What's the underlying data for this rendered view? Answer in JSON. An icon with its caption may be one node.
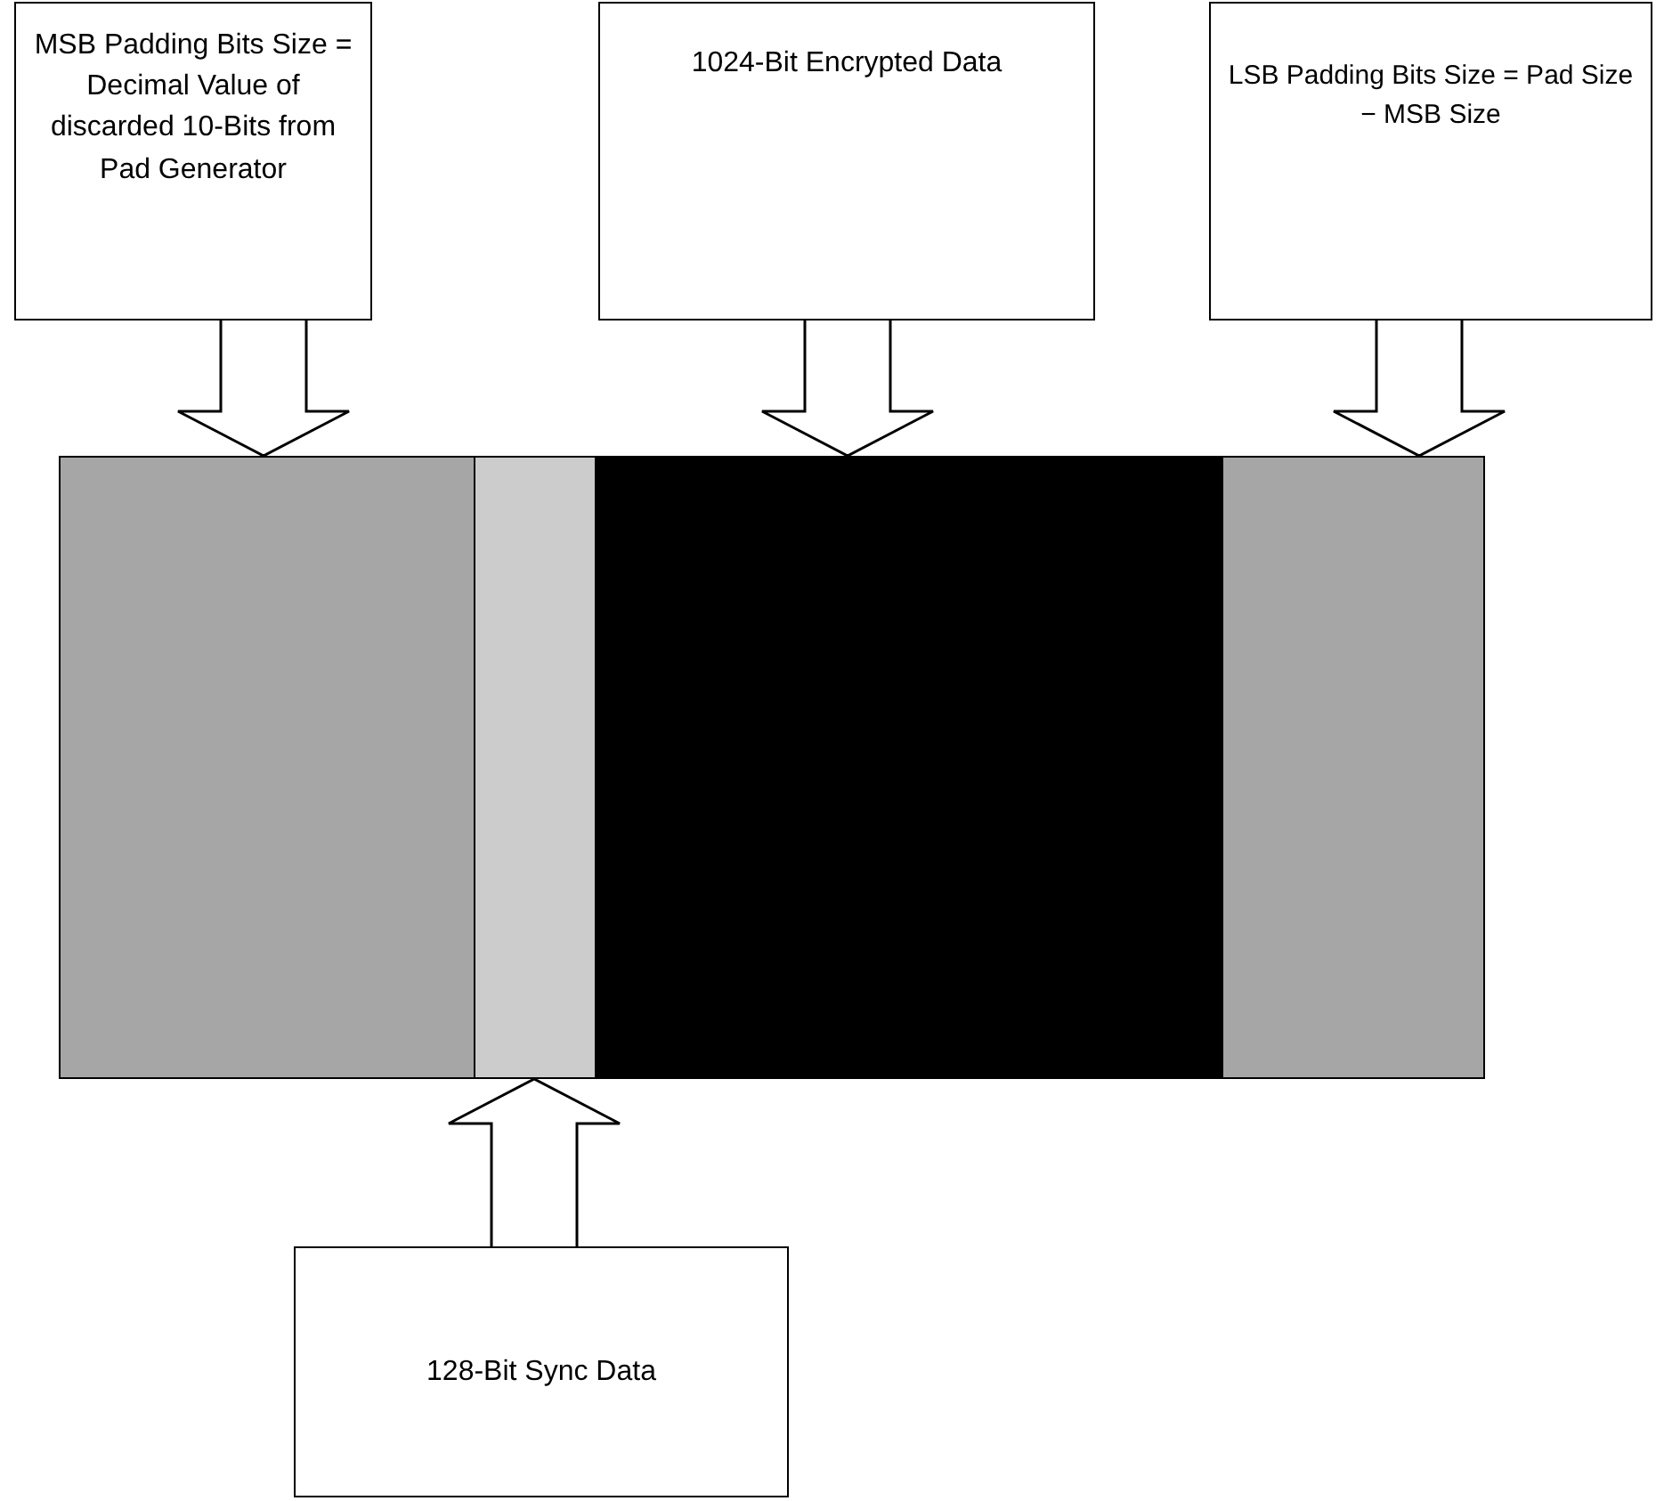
{
  "diagram": {
    "nodes": [
      {
        "text": [
          "MSB Padding Bits Size = Decimal Value of discarded 10-Bits from Pad Generator"
        ]
      },
      {
        "text": [
          "1024-Bit Encrypted Data"
        ]
      },
      {
        "text": [
          "LSB Padding Bits Size = Pad Size − MSB Size"
        ]
      },
      {
        "text": [],
        "shape": "bar"
      },
      {
        "text": [],
        "shape": "bar"
      },
      {
        "text": [],
        "shape": "bar"
      },
      {
        "text": [],
        "shape": "bar"
      },
      {
        "text": [
          "128-Bit Sync Data"
        ]
      }
    ],
    "edges": [
      {
        "from": 0,
        "to": 3,
        "arrow": "to"
      },
      {
        "from": 1,
        "to": 5,
        "arrow": "to"
      },
      {
        "from": 2,
        "to": 6,
        "arrow": "to"
      },
      {
        "from": 7,
        "to": 4,
        "arrow": "to"
      }
    ]
  }
}
